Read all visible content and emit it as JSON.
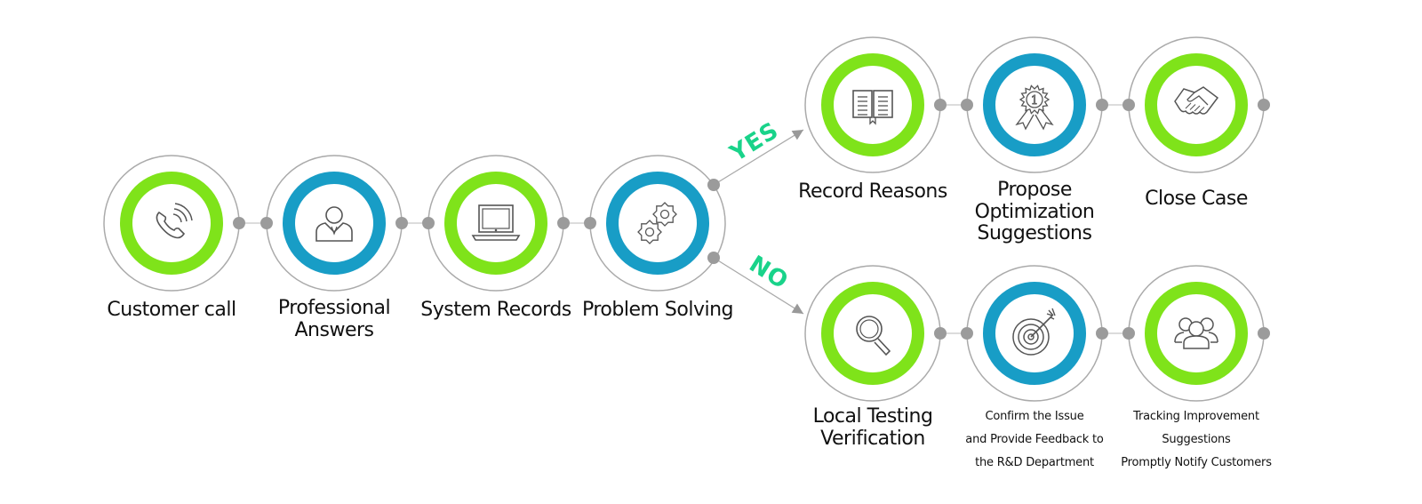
{
  "diagram": {
    "title": "Customer Service Process",
    "colors": {
      "green": "#7fe31a",
      "blue": "#189dc6",
      "outline": "#aaaaaa",
      "connector_dot": "#9b9b9b",
      "branch_text": "#19d38a",
      "icon_stroke": "#555555"
    },
    "main_flow": [
      {
        "id": "customer-call",
        "label": [
          "Customer call"
        ],
        "icon": "phone-icon",
        "ring": "green"
      },
      {
        "id": "professional-answers",
        "label": [
          "Professional",
          "Answers"
        ],
        "icon": "person-icon",
        "ring": "blue"
      },
      {
        "id": "system-records",
        "label": [
          "System Records"
        ],
        "icon": "laptop-icon",
        "ring": "green"
      },
      {
        "id": "problem-solving",
        "label": [
          "Problem Solving"
        ],
        "icon": "gears-icon",
        "ring": "blue"
      }
    ],
    "branches": [
      {
        "label": "YES",
        "steps": [
          {
            "id": "record-reasons",
            "label": [
              "Record Reasons"
            ],
            "icon": "book-icon",
            "ring": "green"
          },
          {
            "id": "propose-optimization",
            "label": [
              "Propose",
              "Optimization",
              "Suggestions"
            ],
            "icon": "award-icon",
            "ring": "blue"
          },
          {
            "id": "close-case",
            "label": [
              "Close Case"
            ],
            "icon": "handshake-icon",
            "ring": "green"
          }
        ]
      },
      {
        "label": "NO",
        "steps": [
          {
            "id": "local-testing",
            "label": [
              "Local Testing",
              "Verification"
            ],
            "icon": "magnifier-icon",
            "ring": "green"
          },
          {
            "id": "confirm-issue",
            "label": [
              "Confirm the Issue",
              "and Provide Feedback to",
              "the R&D Department"
            ],
            "icon": "target-icon",
            "ring": "blue",
            "small": true
          },
          {
            "id": "tracking-improvement",
            "label": [
              "Tracking Improvement",
              "Suggestions",
              "Promptly Notify Customers"
            ],
            "icon": "people-icon",
            "ring": "green",
            "small": true
          }
        ]
      }
    ]
  }
}
